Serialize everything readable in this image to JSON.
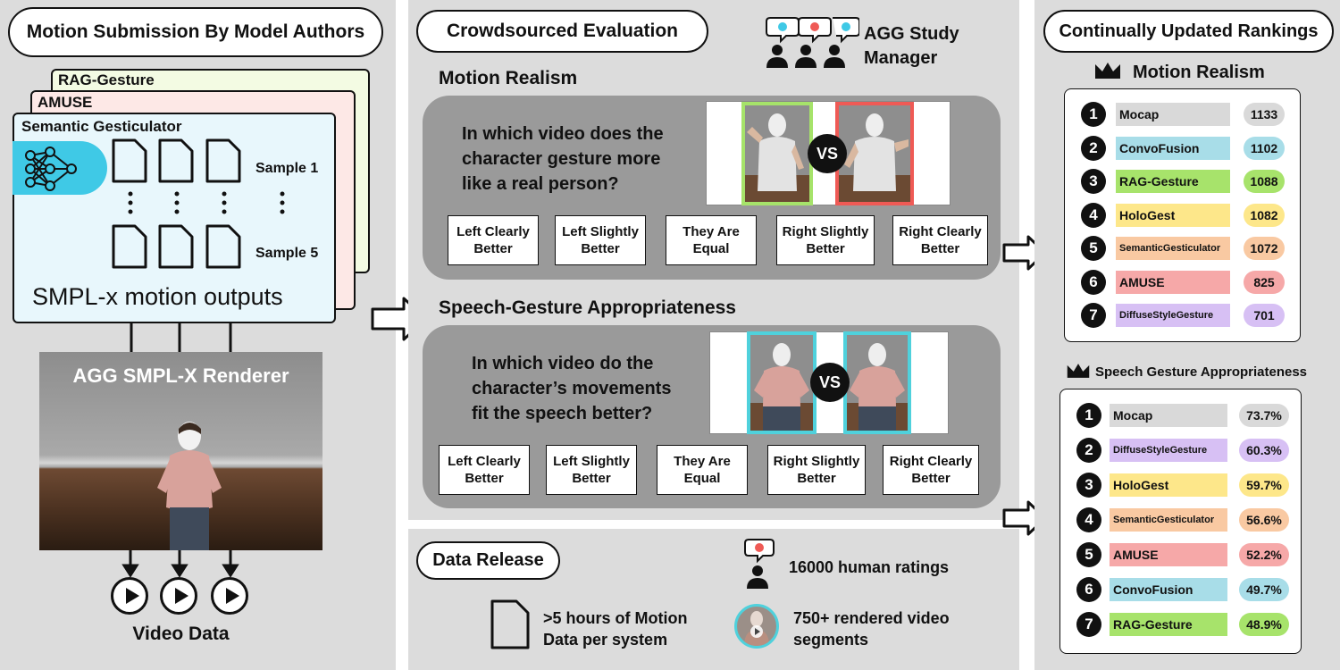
{
  "left": {
    "title": "Motion Submission By Model Authors",
    "cards": [
      "RAG-Gesture",
      "AMUSE",
      "Semantic Gesticulator"
    ],
    "sample_first": "Sample 1",
    "sample_last": "Sample 5",
    "outputs_label": "SMPL-x motion outputs",
    "renderer_title": "AGG SMPL-X Renderer",
    "video_label": "Video Data",
    "colors": {
      "rag": "#f3fbe3",
      "amuse": "#fde8e6",
      "semantic": "#e8f7fc",
      "network_tab": "#3fc9e6"
    }
  },
  "middle": {
    "title": "Crowdsourced Evaluation",
    "manager_label_1": "AGG Study",
    "manager_label_2": "Manager",
    "realism": {
      "heading": "Motion Realism",
      "question": [
        "In which video does the",
        "character gesture more",
        "like a real person?"
      ],
      "vs": "VS",
      "frame_colors": {
        "left": "#a6e36a",
        "right": "#ef5a55"
      }
    },
    "appropriateness": {
      "heading": "Speech-Gesture Appropriateness",
      "question": [
        "In which video do the",
        "character’s movements",
        "fit the speech better?"
      ],
      "vs": "VS",
      "frame_colors": {
        "left": "#4fd1dc",
        "right": "#4fd1dc"
      }
    },
    "options": [
      [
        "Left Clearly",
        "Better"
      ],
      [
        "Left Slightly",
        "Better"
      ],
      [
        "They Are",
        "Equal"
      ],
      [
        "Right Slightly",
        "Better"
      ],
      [
        "Right Clearly",
        "Better"
      ]
    ],
    "release": {
      "title": "Data Release",
      "ratings": "16000 human ratings",
      "motion_data": [
        "&gt;5 hours of Motion",
        "Data per system"
      ],
      "video_segments": [
        "750+ rendered video",
        "segments"
      ]
    }
  },
  "right": {
    "title": "Continually Updated Rankings",
    "realism": {
      "heading": "Motion Realism",
      "rows": [
        {
          "rank": "1",
          "name": "Mocap",
          "score": "1133",
          "color": "#d9d9d9"
        },
        {
          "rank": "2",
          "name": "ConvoFusion",
          "score": "1102",
          "color": "#a8dde8"
        },
        {
          "rank": "3",
          "name": "RAG-Gesture",
          "score": "1088",
          "color": "#a7e36b"
        },
        {
          "rank": "4",
          "name": "HoloGest",
          "score": "1082",
          "color": "#fde78a"
        },
        {
          "rank": "5",
          "name": "SemanticGesticulator",
          "score": "1072",
          "color": "#f9c9a2"
        },
        {
          "rank": "6",
          "name": "AMUSE",
          "score": "825",
          "color": "#f6a8a8"
        },
        {
          "rank": "7",
          "name": "DiffuseStyleGesture",
          "score": "701",
          "color": "#d7c0f4"
        }
      ]
    },
    "appropriateness": {
      "heading": "Speech Gesture Appropriateness",
      "rows": [
        {
          "rank": "1",
          "name": "Mocap",
          "score": "73.7%",
          "color": "#d9d9d9"
        },
        {
          "rank": "2",
          "name": "DiffuseStyleGesture",
          "score": "60.3%",
          "color": "#d7c0f4"
        },
        {
          "rank": "3",
          "name": "HoloGest",
          "score": "59.7%",
          "color": "#fde78a"
        },
        {
          "rank": "4",
          "name": "SemanticGesticulator",
          "score": "56.6%",
          "color": "#f9c9a2"
        },
        {
          "rank": "5",
          "name": "AMUSE",
          "score": "52.2%",
          "color": "#f6a8a8"
        },
        {
          "rank": "6",
          "name": "ConvoFusion",
          "score": "49.7%",
          "color": "#a8dde8"
        },
        {
          "rank": "7",
          "name": "RAG-Gesture",
          "score": "48.9%",
          "color": "#a7e36b"
        }
      ]
    }
  }
}
